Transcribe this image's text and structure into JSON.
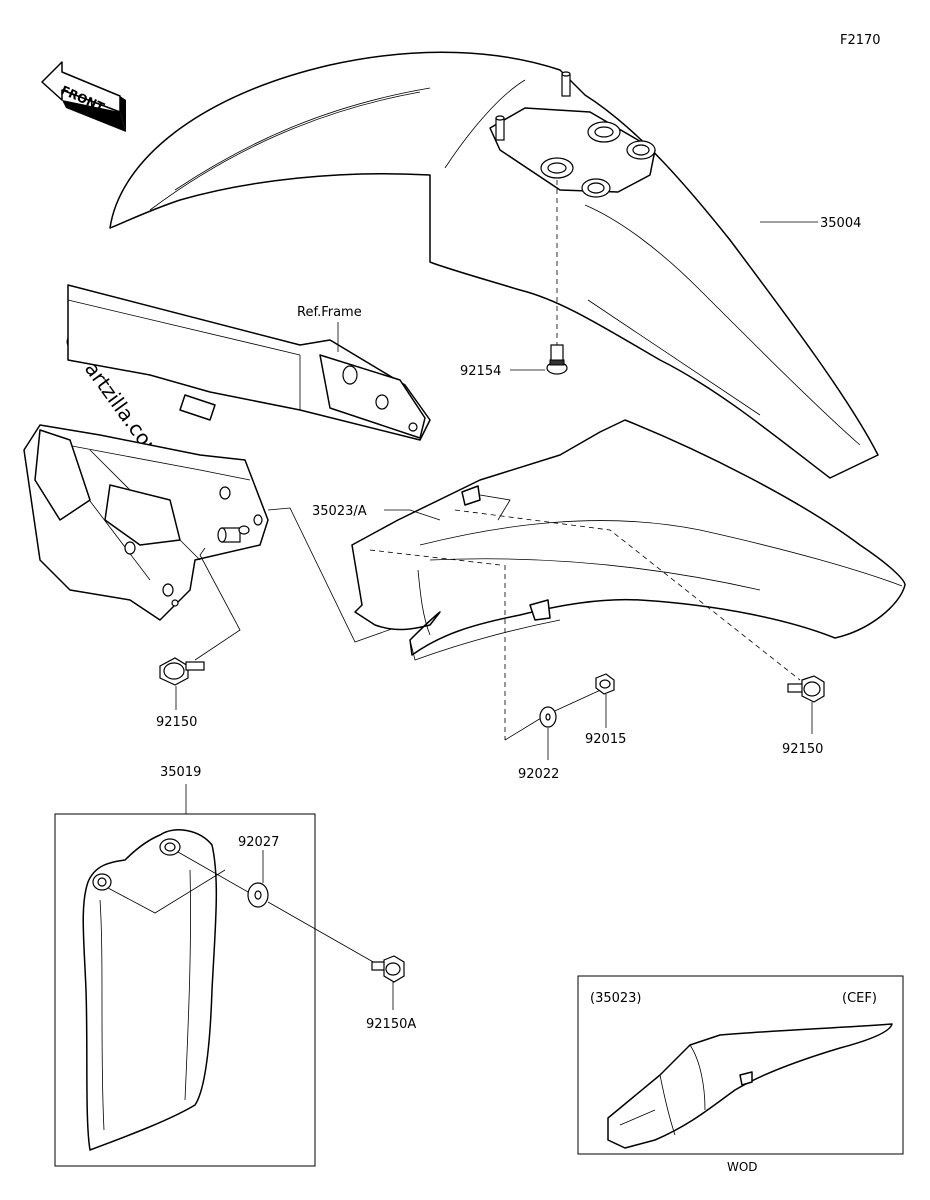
{
  "diagram_code": "F2170",
  "watermark": "© Partzilla.com",
  "front_arrow_label": "FRONT",
  "ref_frame_label": "Ref.Frame",
  "callouts": {
    "front_fender": "35004",
    "front_fender_bolt": "92154",
    "rear_fender": "35023/A",
    "bolt_left": "92150",
    "bolt_right": "92150",
    "nut": "92015",
    "washer": "92022",
    "mud_flap": "35019",
    "flap_washer": "92027",
    "flap_bolt": "92150A"
  },
  "inset": {
    "part_ref": "(35023)",
    "region_code": "(CEF)",
    "caption": "WOD"
  }
}
